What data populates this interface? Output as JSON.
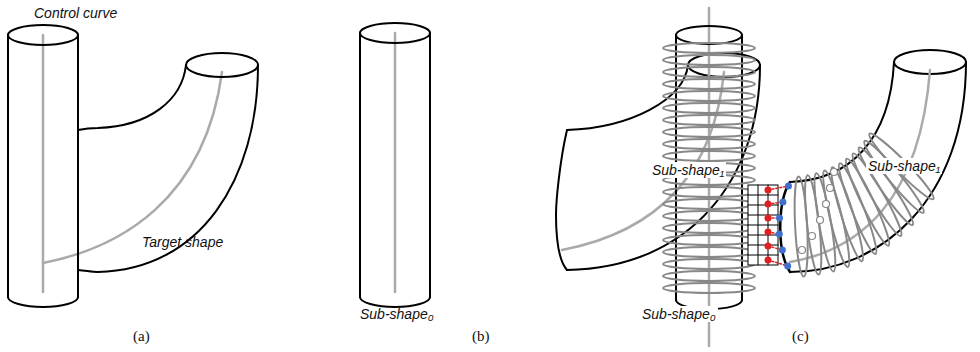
{
  "diagram": {
    "labels": [
      "Control curve",
      "Target shape",
      "Sub-shape₀",
      "Sub-shape₁",
      "Sub-shape₀",
      "Sub-shape₁",
      "(a)",
      "(b)",
      "(c)"
    ]
  }
}
